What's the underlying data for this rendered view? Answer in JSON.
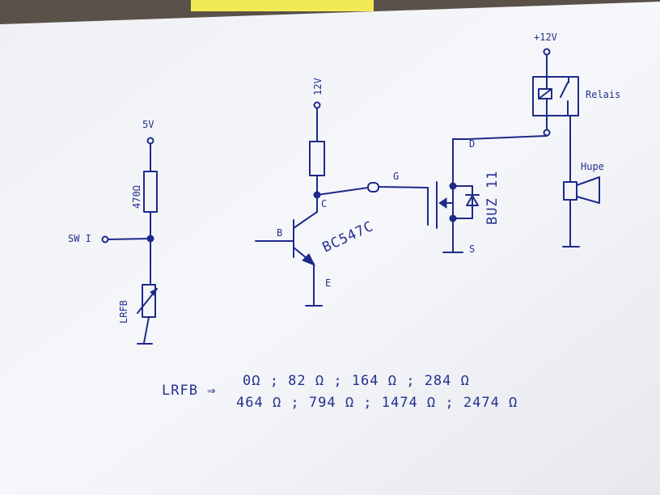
{
  "schematic": {
    "supply_5v": "5V",
    "resistor_470": "470Ω",
    "input_sw": "SW I",
    "ldr_label": "LRFB",
    "supply_12v": "12V",
    "node_c": "C",
    "node_b": "B",
    "node_e": "E",
    "transistor": "BC547C",
    "node_g": "G",
    "node_d": "D",
    "node_s": "S",
    "mosfet_part": "BUZ 11",
    "supply_plus12v": "+12V",
    "relay_label": "Relais",
    "horn_label": "Hupe"
  },
  "notes": {
    "lrfb_label": "LRFB ⇒",
    "line1": "0Ω ; 82 Ω ; 164 Ω ; 284 Ω",
    "line2": "464 Ω ; 794 Ω ; 1474 Ω ; 2474 Ω"
  },
  "colors": {
    "ink": "#1d2a8a",
    "paper": "#f4f5f8",
    "tabletop": "#5a5148",
    "sticky_note": "#f2ea55"
  }
}
